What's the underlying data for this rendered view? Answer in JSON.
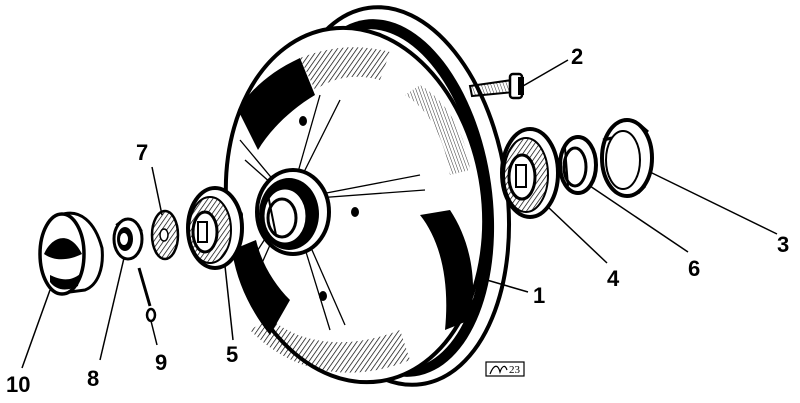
{
  "diagram": {
    "parts": [
      {
        "number": "1",
        "name": "brake-drum"
      },
      {
        "number": "2",
        "name": "wheel-bolt"
      },
      {
        "number": "3",
        "name": "spring-ring"
      },
      {
        "number": "4",
        "name": "inner-bearing"
      },
      {
        "number": "5",
        "name": "outer-bearing"
      },
      {
        "number": "6",
        "name": "seal-ring"
      },
      {
        "number": "7",
        "name": "washer"
      },
      {
        "number": "8",
        "name": "castle-nut"
      },
      {
        "number": "9",
        "name": "cotter-pin"
      },
      {
        "number": "10",
        "name": "hub-cap"
      }
    ],
    "stamp": "23"
  }
}
